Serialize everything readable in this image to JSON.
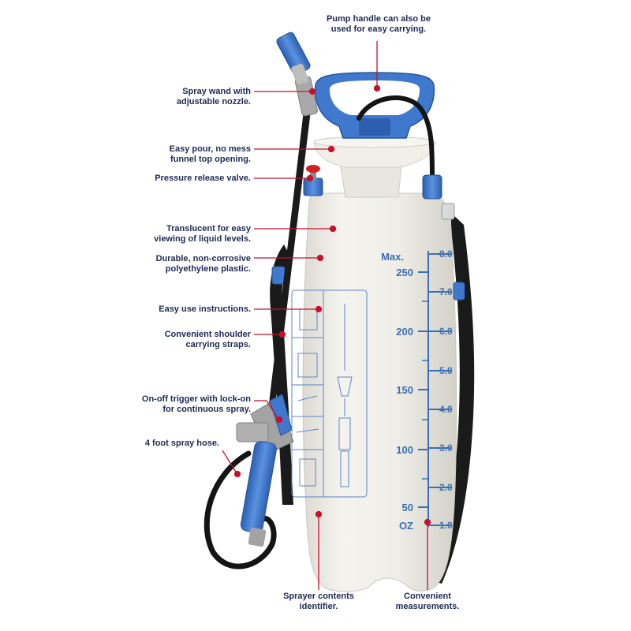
{
  "colors": {
    "callout_text": "#1f2a55",
    "leader_line": "#c8102e",
    "plastic_blue": "#3f78cc",
    "tank": "#eceae3",
    "scale_blue": "#3a6fb8"
  },
  "callouts": {
    "pump_handle": [
      "Pump handle can also be",
      "used for easy carrying."
    ],
    "spray_wand": [
      "Spray wand with",
      "adjustable nozzle."
    ],
    "funnel_top": [
      "Easy pour, no mess",
      "funnel top opening."
    ],
    "release_valve": [
      "Pressure release valve."
    ],
    "translucent": [
      "Translucent for easy",
      "viewing of liquid levels."
    ],
    "durable": [
      "Durable, non-corrosive",
      "polyethylene plastic."
    ],
    "instructions": [
      "Easy use instructions."
    ],
    "straps": [
      "Convenient shoulder",
      "carrying straps."
    ],
    "trigger": [
      "On-off trigger with lock-on",
      "for continuous spray."
    ],
    "hose": [
      "4 foot spray hose."
    ],
    "contents": [
      "Sprayer contents",
      "identifier."
    ],
    "measurements": [
      "Convenient",
      "measurements."
    ]
  },
  "scale": {
    "max_label": "Max.",
    "oz_unit": "OZ",
    "oz_ticks": [
      "250",
      "200",
      "150",
      "100",
      "50"
    ],
    "liter_ticks": [
      "8.0",
      "7.0",
      "6.0",
      "5.0",
      "4.0",
      "3.0",
      "2.0",
      "1.0"
    ]
  }
}
